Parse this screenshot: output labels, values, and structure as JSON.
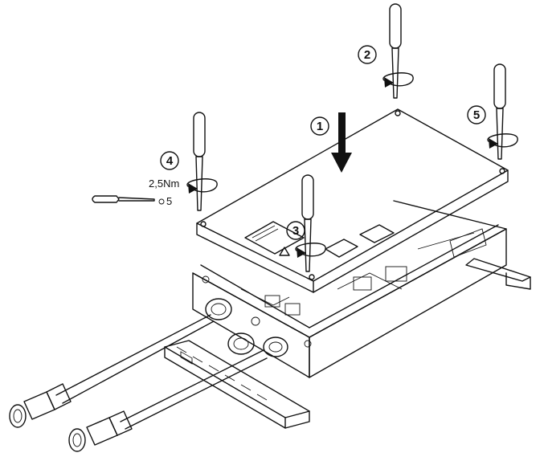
{
  "steps": [
    {
      "number": "1"
    },
    {
      "number": "2"
    },
    {
      "number": "3"
    },
    {
      "number": "4"
    },
    {
      "number": "5"
    }
  ],
  "torque": {
    "value": "2,5Nm",
    "tool_size": "5"
  },
  "colors": {
    "line": "#111111",
    "background": "#ffffff"
  },
  "icons": [
    "screwdriver-icon",
    "rotation-arrow-icon",
    "down-arrow-icon",
    "warning-triangle-icon",
    "hex-key-icon"
  ]
}
